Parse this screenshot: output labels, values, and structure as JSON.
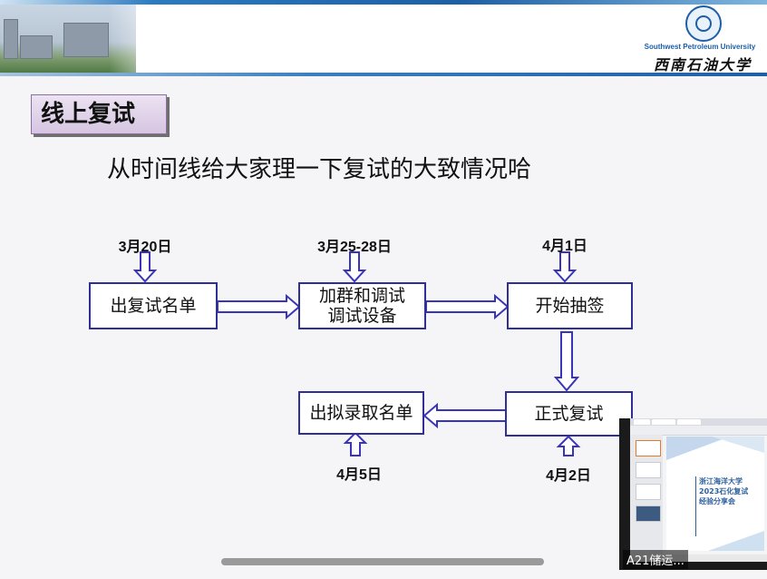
{
  "header": {
    "university_en": "Southwest Petroleum University",
    "university_cn": "西南石油大学"
  },
  "slide": {
    "title": "线上复试",
    "subtitle": "从时间线给大家理一下复试的大致情况哈"
  },
  "flow": {
    "nodes": [
      {
        "id": "n1",
        "text": "出复试名单"
      },
      {
        "id": "n2",
        "line1": "加群和调试",
        "line2": "调试设备"
      },
      {
        "id": "n3",
        "text": "开始抽签"
      },
      {
        "id": "n4",
        "text": "正式复试"
      },
      {
        "id": "n5",
        "text": "出拟录取名单"
      }
    ],
    "dates": {
      "d1": "3月20日",
      "d2": "3月25-28日",
      "d3": "4月1日",
      "d4": "4月2日",
      "d5": "4月5日"
    },
    "colors": {
      "border": "#2f2f97",
      "arrow": "#3a34b8"
    }
  },
  "video": {
    "participant_name": "A21储运...",
    "shared_title_lines": [
      "浙江海洋大学",
      "2023石化复试",
      "经验分享会"
    ]
  }
}
